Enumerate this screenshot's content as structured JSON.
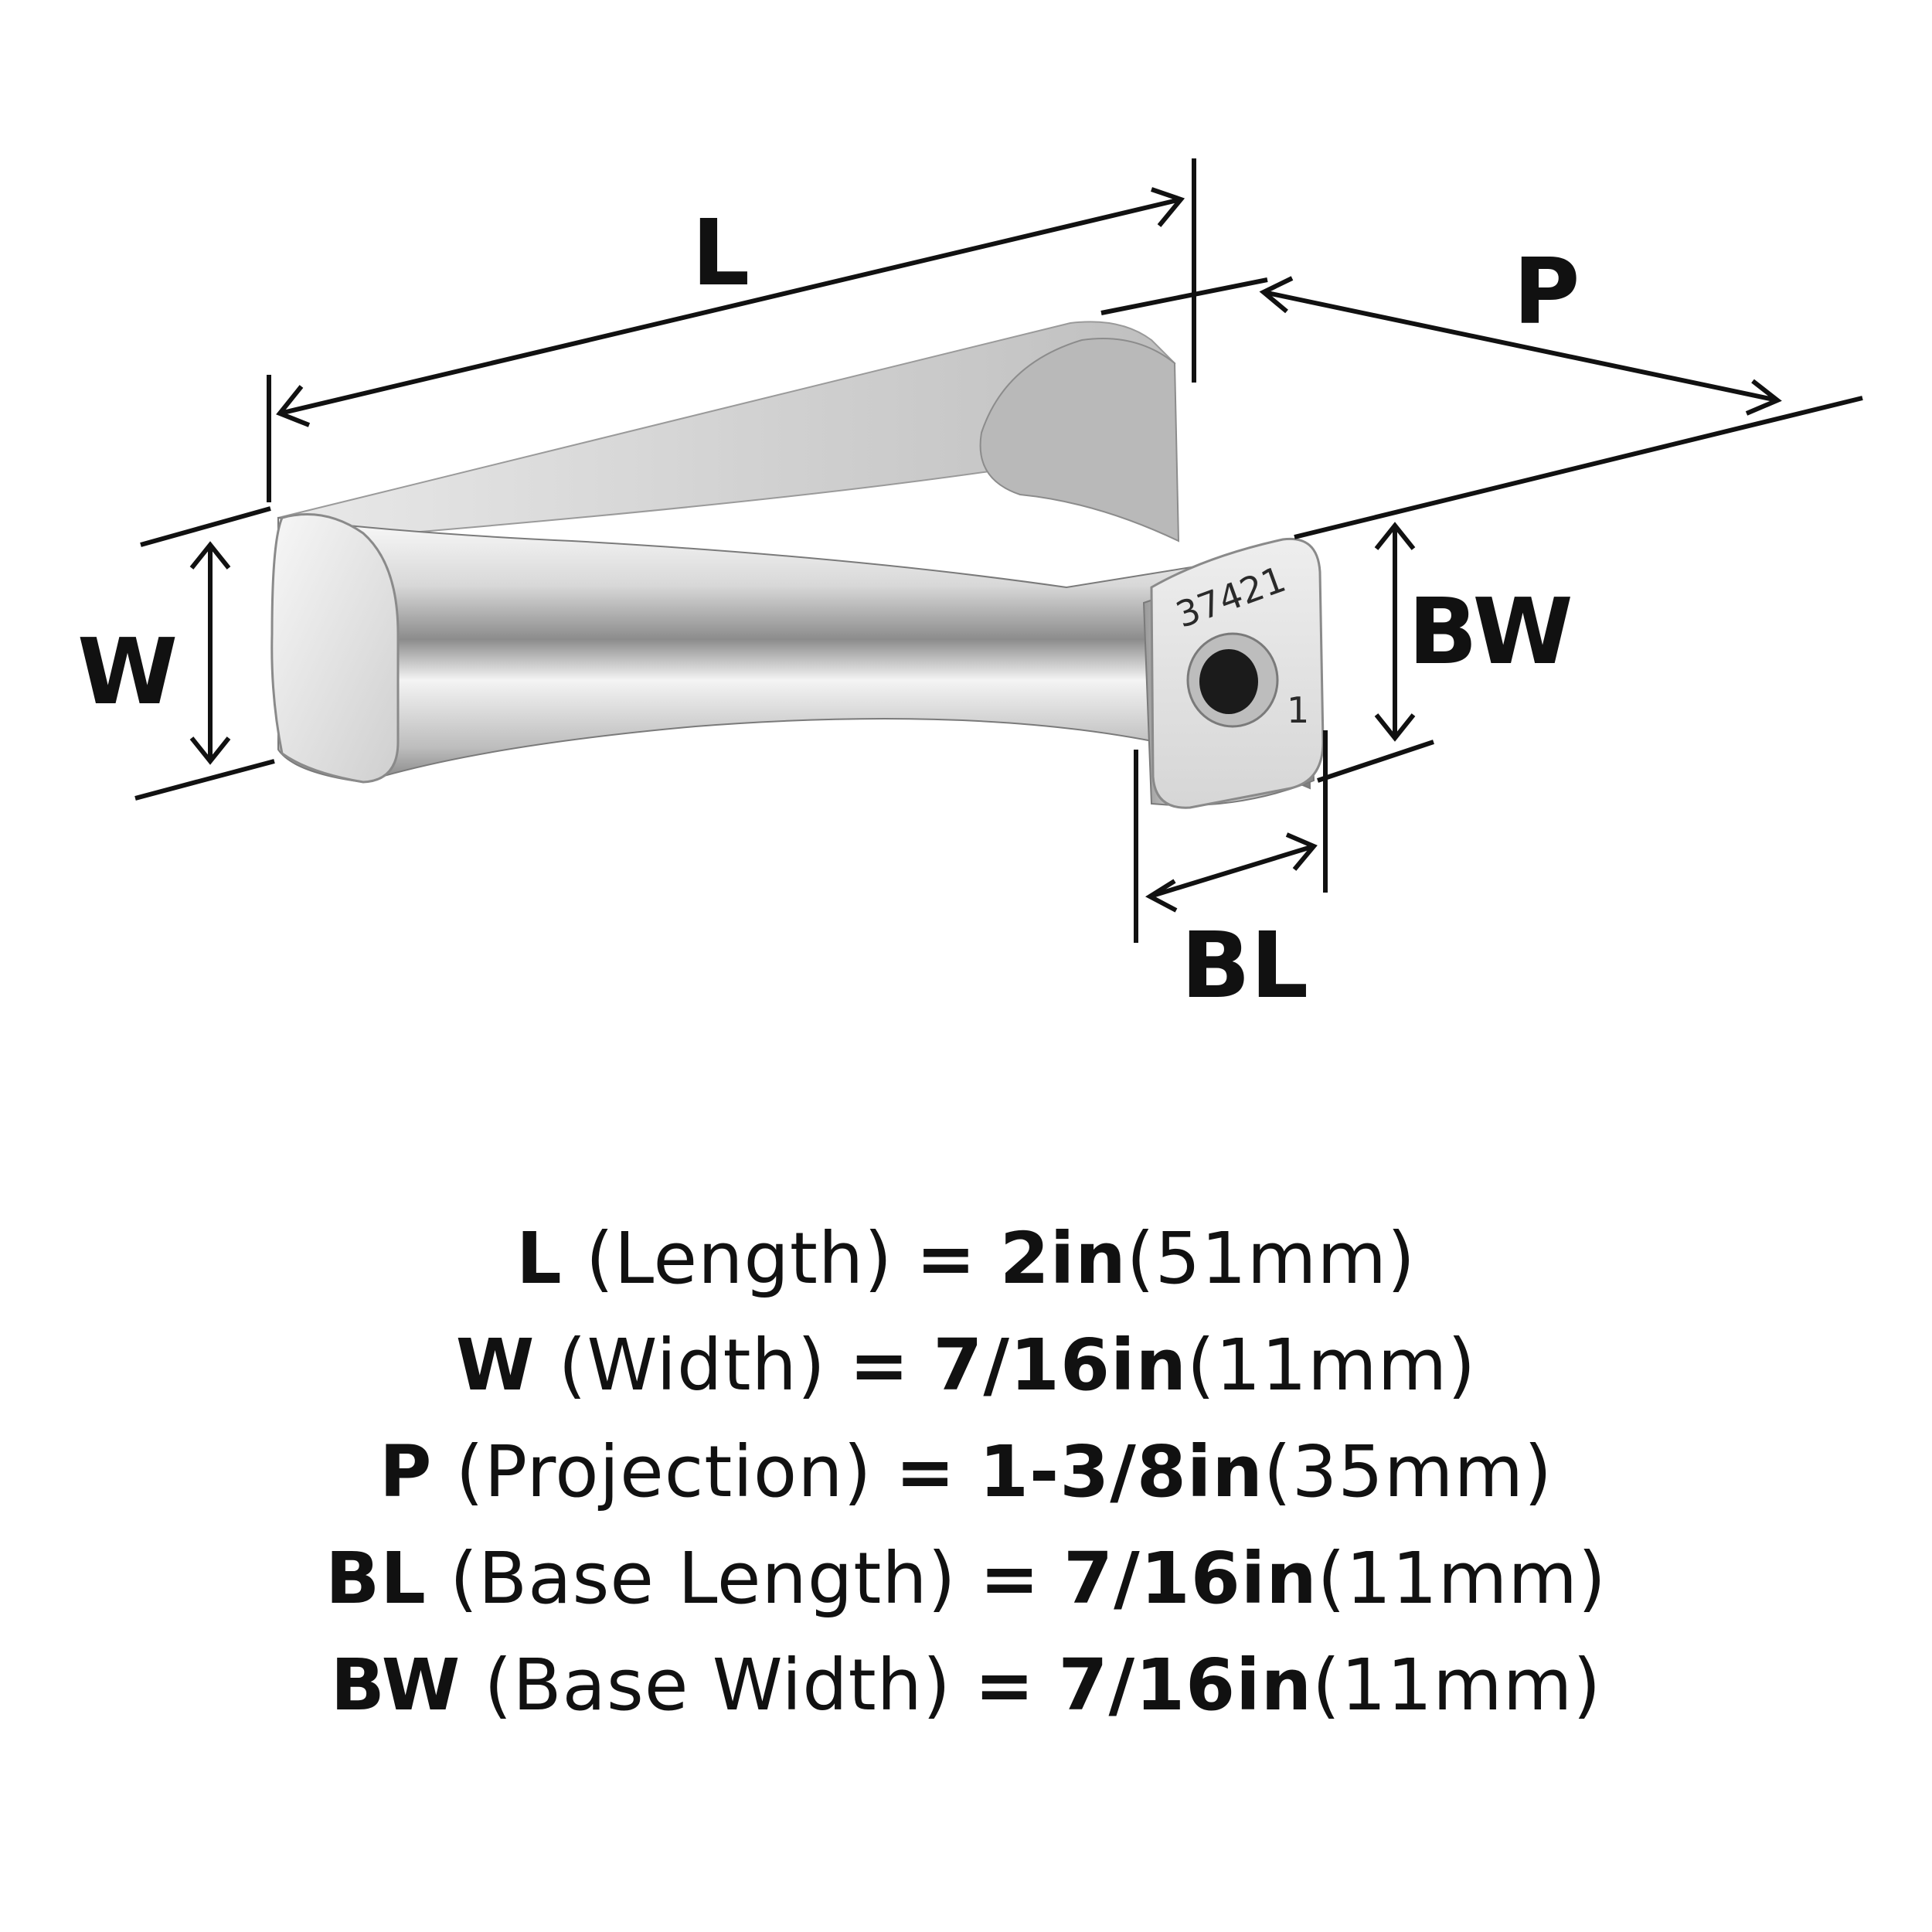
{
  "diagram": {
    "labels": {
      "L": "L",
      "W": "W",
      "P": "P",
      "BW": "BW",
      "BL": "BL"
    },
    "part_stamp": {
      "number": "37421",
      "mark": "1"
    },
    "colors": {
      "line": "#111111",
      "chrome_light": "#f2f2f2",
      "chrome_mid": "#c9c9c9",
      "chrome_dark": "#6e6e6e"
    }
  },
  "specs": [
    {
      "code": "L",
      "name": "(Length)",
      "eq": "=",
      "imperial": "2in",
      "metric": "(51mm)"
    },
    {
      "code": "W",
      "name": "(Width)",
      "eq": "=",
      "imperial": "7/16in",
      "metric": "(11mm)"
    },
    {
      "code": "P",
      "name": "(Projection)",
      "eq": "=",
      "imperial": "1-3/8in",
      "metric": "(35mm)"
    },
    {
      "code": "BL",
      "name": "(Base Length)",
      "eq": "=",
      "imperial": "7/16in",
      "metric": "(11mm)"
    },
    {
      "code": "BW",
      "name": "(Base Width)",
      "eq": "=",
      "imperial": "7/16in",
      "metric": "(11mm)"
    }
  ]
}
